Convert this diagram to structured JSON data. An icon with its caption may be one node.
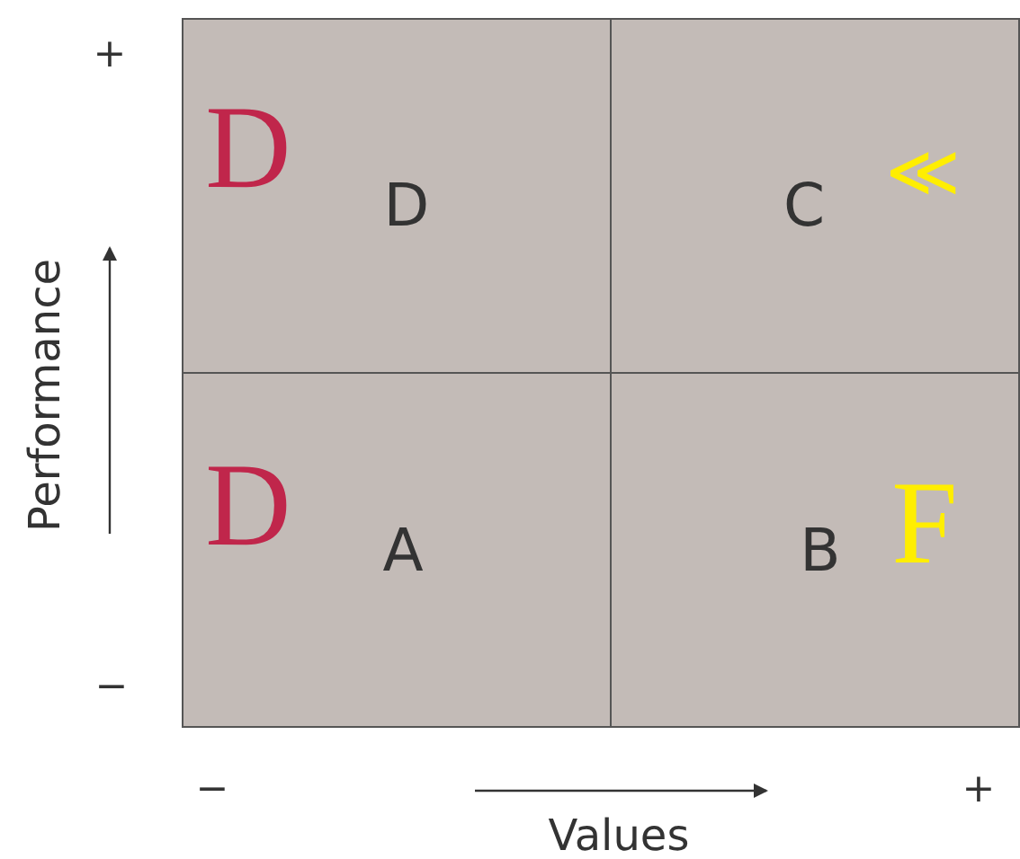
{
  "diagram": {
    "nodes": [
      {
        "text": [
          "D",
          "D"
        ]
      },
      {
        "text": [
          "C",
          "≪"
        ]
      },
      {
        "text": [
          "D",
          "A"
        ]
      },
      {
        "text": [
          "B",
          "F"
        ]
      }
    ],
    "labels": [
      "+",
      "Performance",
      "−",
      "−",
      "+",
      "Values"
    ]
  }
}
